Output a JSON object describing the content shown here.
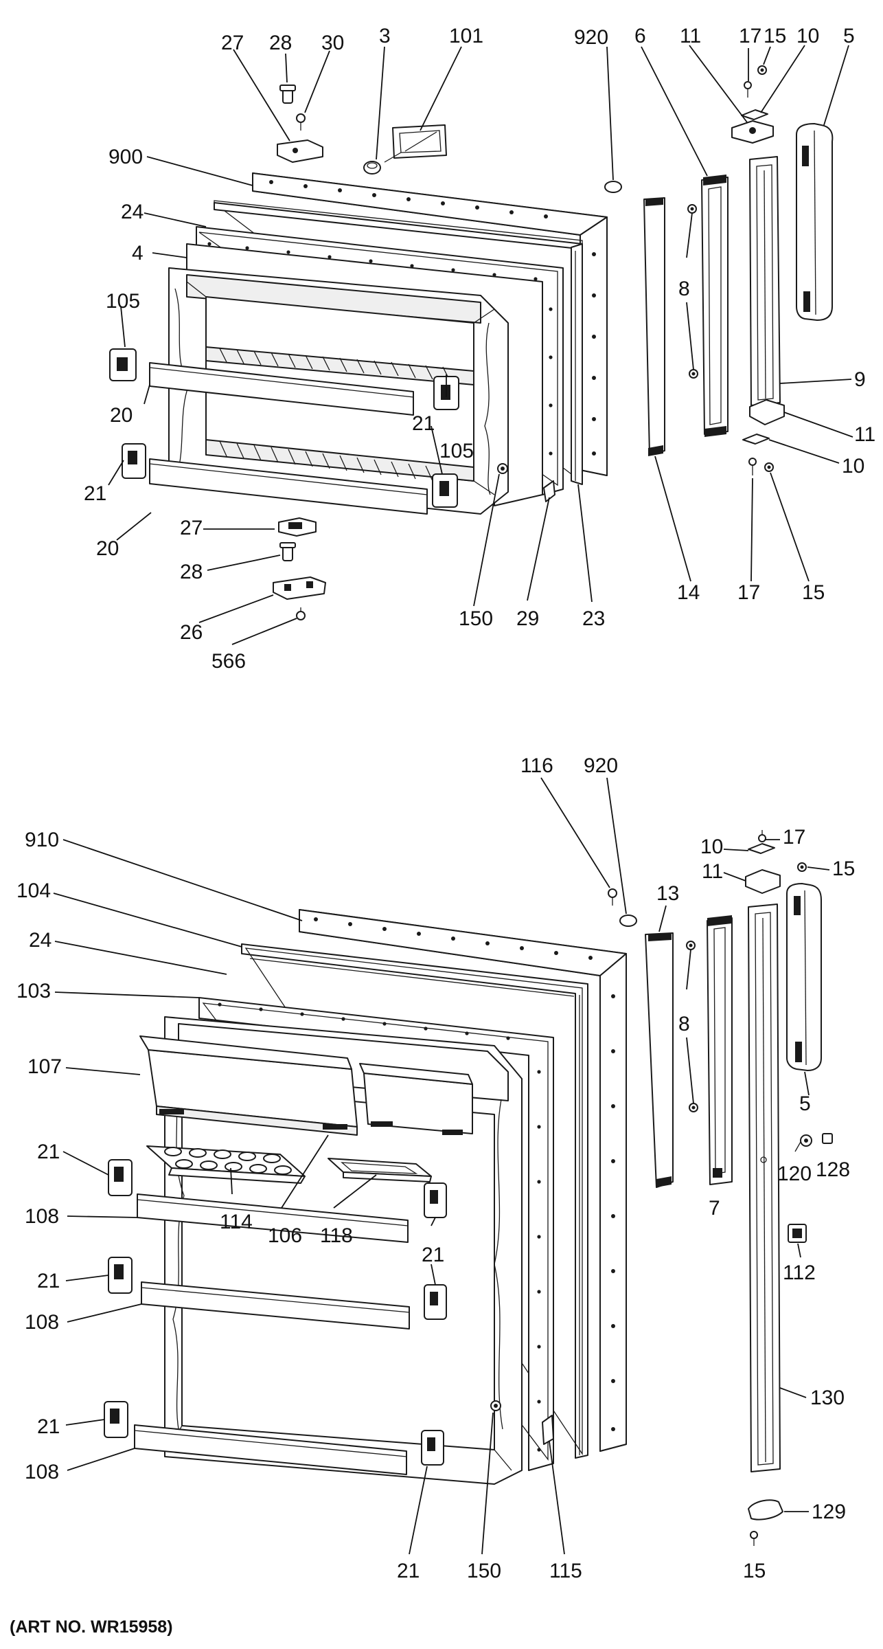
{
  "art_number": "(ART NO. WR15958)",
  "upper_door": {
    "labels": {
      "l27": "27",
      "l28": "28",
      "l30": "30",
      "l3": "3",
      "l101": "101",
      "l920": "920",
      "l6": "6",
      "l11": "11",
      "l17": "17",
      "l15": "15",
      "l10": "10",
      "l5": "5",
      "l900": "900",
      "l24": "24",
      "l4": "4",
      "l105": "105",
      "l20": "20",
      "l8": "8",
      "l9": "9",
      "l11b": "11",
      "l21": "21",
      "l21b": "21",
      "l105b": "105",
      "l10b": "10",
      "l20b": "20",
      "l27b": "27",
      "l28b": "28",
      "l26": "26",
      "l566": "566",
      "l150": "150",
      "l29": "29",
      "l23": "23",
      "l14": "14",
      "l17b": "17",
      "l15b": "15"
    }
  },
  "lower_door": {
    "labels": {
      "l116": "116",
      "l920": "920",
      "l910": "910",
      "l104": "104",
      "l24": "24",
      "l103": "103",
      "l107": "107",
      "l13": "13",
      "l10": "10",
      "l17": "17",
      "l11": "11",
      "l15": "15",
      "l8": "8",
      "l5": "5",
      "l21a": "21",
      "l108a": "108",
      "l114": "114",
      "l106": "106",
      "l118": "118",
      "l21b": "21",
      "l7": "7",
      "l120": "120",
      "l128": "128",
      "l21c": "21",
      "l108b": "108",
      "l112": "112",
      "l21d": "21",
      "l108c": "108",
      "l130": "130",
      "l129": "129",
      "l21e": "21",
      "l150": "150",
      "l115": "115",
      "l15b": "15"
    }
  }
}
